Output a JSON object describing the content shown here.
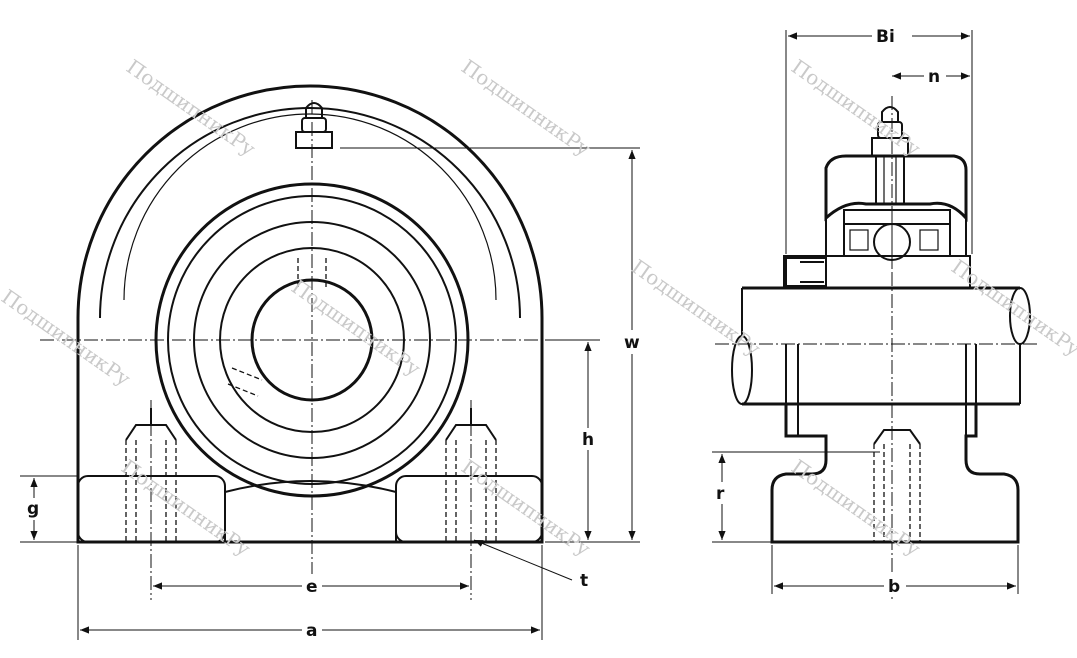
{
  "watermark": "ПодшипникРу",
  "labels": {
    "w": "w",
    "h": "h",
    "g": "g",
    "e": "e",
    "a": "a",
    "t": "t",
    "Bi": "Bi",
    "n": "n",
    "r": "r",
    "b": "b"
  },
  "colors": {
    "line": "#111111",
    "hatch": "#555555",
    "watermark": "#c9c9c9",
    "background": "#ffffff"
  }
}
